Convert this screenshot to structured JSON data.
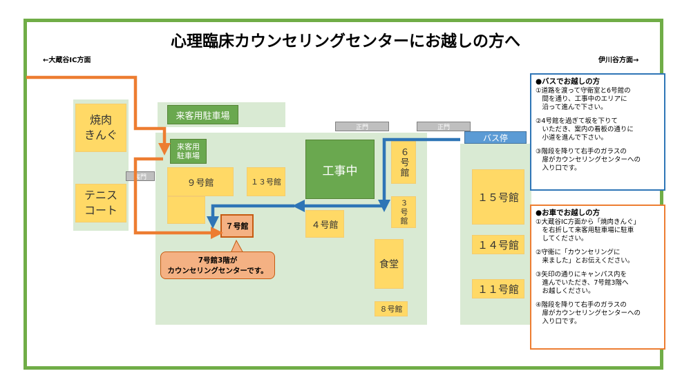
{
  "title": "心理臨床カウンセリングセンターにお越しの方へ",
  "directions": {
    "left": "←大蔵谷IC方面",
    "right": "伊川谷方面→"
  },
  "labels": {
    "yakiniku": "焼肉\nきんぐ",
    "tennis": "テニス\nコート",
    "parking_main": "来客用駐車場",
    "parking_small": "来客用\n駐車場",
    "rear_gate": "裏門",
    "main_gate_1": "正門",
    "main_gate_2": "正門",
    "construction": "工事中",
    "bus_stop": "バス停",
    "b9": "９号館",
    "b13": "１３号館",
    "b7": "７号館",
    "b4": "４号館",
    "b6": "６号館",
    "b3": "３号館",
    "cafeteria": "食堂",
    "b8": "８号館",
    "b15": "１５号館",
    "b14": "１４号館",
    "b11": "１１号館",
    "callout": "7号館3階が\nカウンセリングセンターです。"
  },
  "bus_panel": {
    "heading": "●バスでお越しの方",
    "items": [
      "①道路を渡って守衛室と6号館の\n　間を通り、工事中のエリアに\n　沿って進んで下さい。",
      "②4号館を過ぎて坂を下りて\n　いただき、案内の看板の通りに\n　小道を進んで下さい。",
      "③階段を降りて右手のガラスの\n　扉がカウンセリングセンターへの\n　入り口です。"
    ]
  },
  "car_panel": {
    "heading": "●お車でお越しの方",
    "items": [
      "①大蔵谷IC方面から「焼肉きんぐ」\n　を右折して来客用駐車場に駐車\n　してください。",
      "②守衛に「カウンセリングに\n　来ました」とお伝えください。",
      "③矢印の通りにキャンパス内を\n　進んでいただき、7号館3階へ\n　お越しください。",
      "④階段を降りて右手のガラスの\n　扉がカウンセリングセンターへの\n　入り口です。"
    ]
  },
  "colors": {
    "frame": "#70ad47",
    "ground": "#d9ead3",
    "building": "#ffd966",
    "green_box": "#6aa84f",
    "car_route": "#ed7d31",
    "bus_route": "#2e75b6",
    "bus_panel_border": "#2e75b6",
    "car_panel_border": "#ed7d31"
  }
}
